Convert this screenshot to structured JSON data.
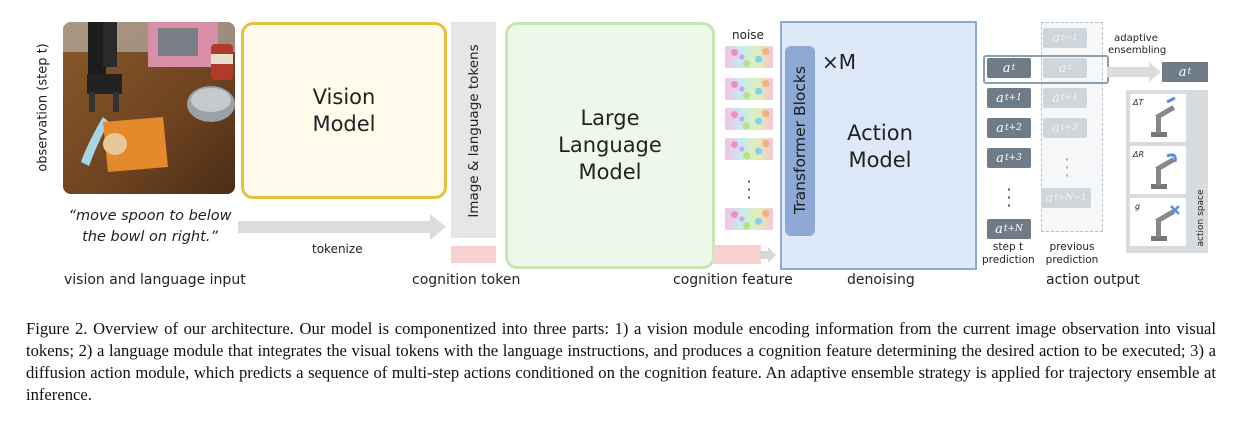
{
  "figure": {
    "observation_label": "observation (step t)",
    "instruction_text": "“move spoon to below the bowl on right.”",
    "tokenize_label": "tokenize",
    "vision_input_label": "vision and language input",
    "vision_model_label": "Vision Model",
    "tokens_label": "Image & language tokens",
    "cognition_token_label": "cognition token",
    "llm_label": "Large Language Model",
    "noise_label": "noise",
    "cognition_feature_label": "cognition feature",
    "transformer_label": "Transformer Blocks",
    "times_m_label": "×M",
    "action_model_label": "Action Model",
    "denoising_label": "denoising",
    "step_prediction_label": "step t prediction",
    "previous_prediction_label": "previous prediction",
    "adaptive_ensembling_label": "adaptive ensembling",
    "action_output_label": "action output",
    "action_space_label": "action space",
    "delta_t_label": "ΔT",
    "delta_r_label": "ΔR",
    "g_label": "g",
    "current_actions": [
      {
        "base": "a",
        "sub": "t"
      },
      {
        "base": "a",
        "sub": "t+1"
      },
      {
        "base": "a",
        "sub": "t+2"
      },
      {
        "base": "a",
        "sub": "t+3"
      },
      {
        "base": "a",
        "sub": "t+N"
      }
    ],
    "previous_actions": [
      {
        "base": "a",
        "sub": "t−1"
      },
      {
        "base": "a",
        "sub": "t"
      },
      {
        "base": "a",
        "sub": "t+1"
      },
      {
        "base": "a",
        "sub": "t+2"
      },
      {
        "base": "a",
        "sub": "t+N−1"
      }
    ],
    "final_action": {
      "base": "a",
      "sub": "t"
    }
  },
  "caption": "Figure 2. Overview of our architecture. Our model is componentized into three parts: 1) a vision module encoding information from the current image observation into visual tokens; 2) a language module that integrates the visual tokens with the language instructions, and produces a cognition feature determining the desired action to be executed; 3) a diffusion action module, which predicts a sequence of multi-step actions conditioned on the cognition feature. An adaptive ensemble strategy is applied for trajectory ensemble at inference."
}
